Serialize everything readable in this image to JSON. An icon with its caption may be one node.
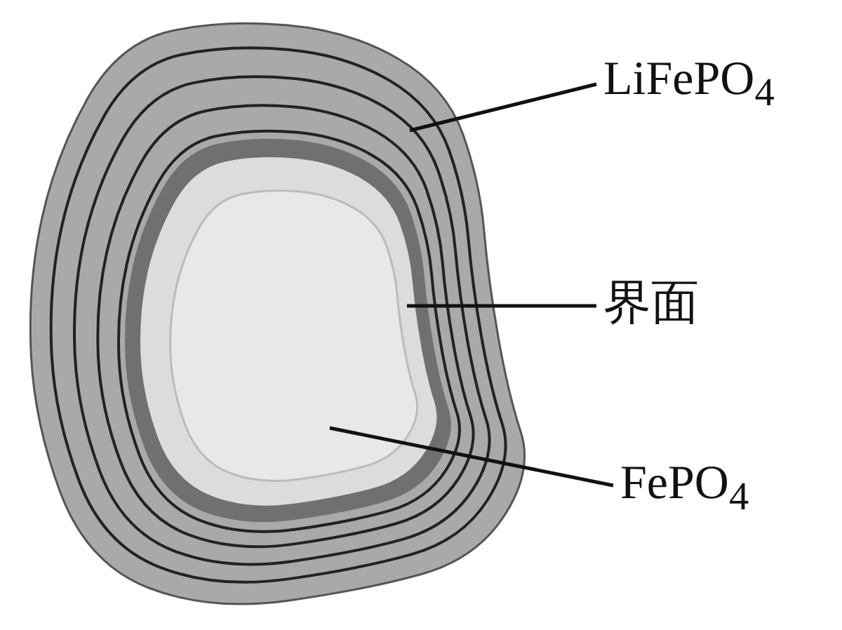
{
  "diagram": {
    "nodes": [
      {
        "text": [
          "LiFePO$_{4}$"
        ]
      },
      {
        "text": [],
        "shape": "picture"
      },
      {
        "text": [
          "界面"
        ]
      },
      {
        "text": [],
        "shape": "picture",
        "in": 1
      },
      {
        "text": [
          "FePO$_{4}$"
        ]
      },
      {
        "text": [],
        "shape": "picture",
        "in": 3
      }
    ],
    "edges": [
      {
        "from": 0,
        "to": 1,
        "arrow": "none"
      },
      {
        "from": 2,
        "to": 3,
        "arrow": "none"
      },
      {
        "from": 4,
        "to": 5,
        "arrow": "none"
      }
    ]
  }
}
